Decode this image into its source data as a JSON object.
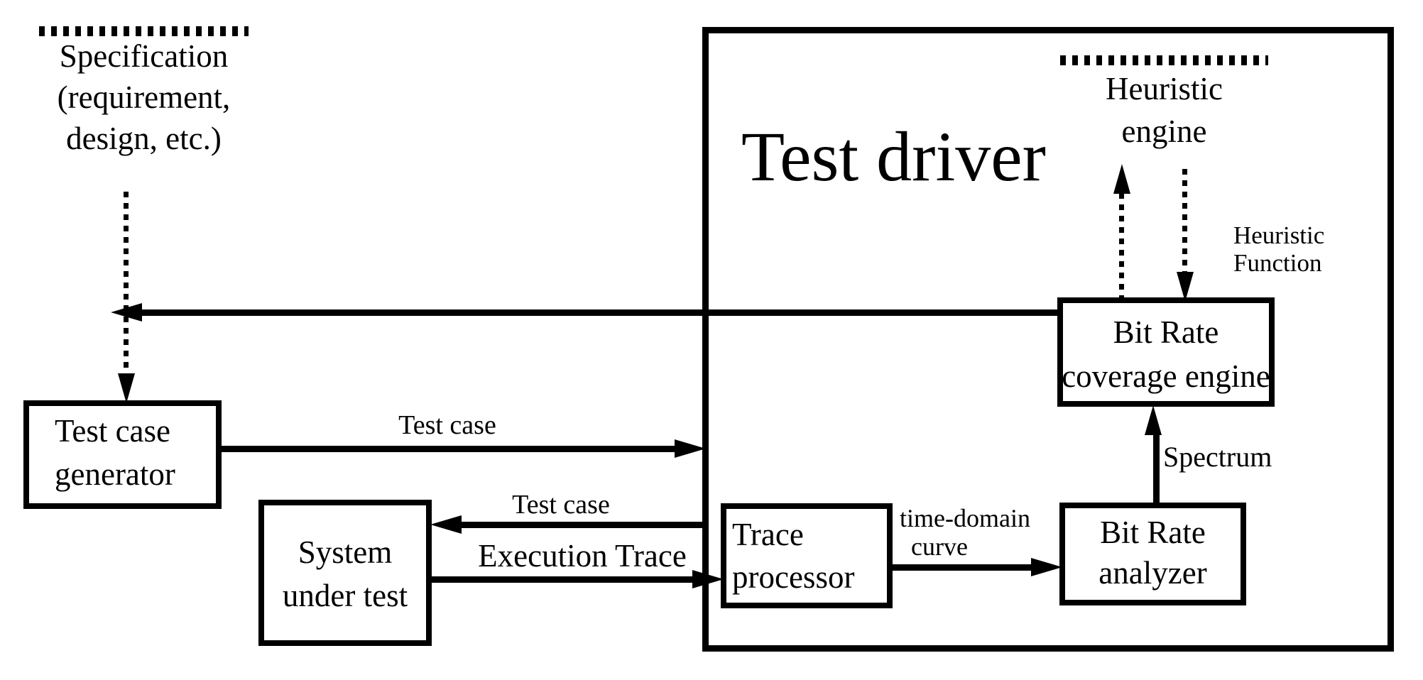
{
  "title": "Test driver",
  "boxes": {
    "specification": {
      "line1": "Specification",
      "line2": "(requirement,",
      "line3": "design, etc.)"
    },
    "heuristic_engine": {
      "line1": "Heuristic",
      "line2": "engine"
    },
    "bit_rate_coverage_engine": {
      "line1": "Bit Rate",
      "line2": "coverage engine"
    },
    "test_case_generator": {
      "line1": "Test case",
      "line2": "generator"
    },
    "system_under_test": {
      "line1": "System",
      "line2": "under test"
    },
    "trace_processor": {
      "line1": "Trace",
      "line2": "processor"
    },
    "bit_rate_analyzer": {
      "line1": "Bit Rate",
      "line2": "analyzer"
    }
  },
  "edge_labels": {
    "test_case_generator_to_driver": "Test case",
    "test_case_driver_to_sut": "Test case",
    "execution_trace": "Execution Trace",
    "time_domain_curve": {
      "line1": "time-domain",
      "line2": "curve"
    },
    "spectrum": "Spectrum",
    "heuristic_function": {
      "line1": "Heuristic",
      "line2": "Function"
    }
  },
  "colors": {
    "stroke": "#000000",
    "background": "#ffffff"
  }
}
